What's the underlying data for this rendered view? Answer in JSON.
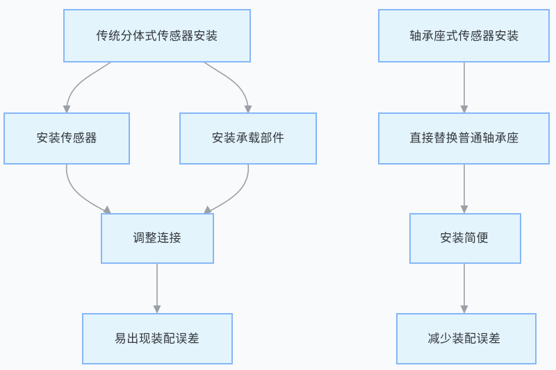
{
  "diagram": {
    "type": "flowchart",
    "background_color": "#f8fafc",
    "node_fill_color": "#e3f4fd",
    "node_border_color": "#85b6f7",
    "edge_color": "#9aa0a6",
    "text_color": "#33363b",
    "branches": [
      {
        "id": "traditional",
        "title": "传统分体式传感器安装"
      },
      {
        "id": "bearing-seat",
        "title": "轴承座式传感器安装"
      }
    ],
    "nodes": [
      {
        "id": "n1",
        "label": "传统分体式传感器安装"
      },
      {
        "id": "n2",
        "label": "安装传感器"
      },
      {
        "id": "n3",
        "label": "安装承载部件"
      },
      {
        "id": "n4",
        "label": "调整连接"
      },
      {
        "id": "n5",
        "label": "易出现装配误差"
      },
      {
        "id": "n6",
        "label": "轴承座式传感器安装"
      },
      {
        "id": "n7",
        "label": "直接替换普通轴承座"
      },
      {
        "id": "n8",
        "label": "安装简便"
      },
      {
        "id": "n9",
        "label": "减少装配误差"
      }
    ],
    "edges": [
      {
        "id": "e1",
        "from": "n1",
        "to": "n2",
        "style": "curved"
      },
      {
        "id": "e2",
        "from": "n1",
        "to": "n3",
        "style": "curved"
      },
      {
        "id": "e3",
        "from": "n2",
        "to": "n4",
        "style": "curved"
      },
      {
        "id": "e4",
        "from": "n3",
        "to": "n4",
        "style": "curved"
      },
      {
        "id": "e5",
        "from": "n4",
        "to": "n5",
        "style": "straight"
      },
      {
        "id": "e6",
        "from": "n6",
        "to": "n7",
        "style": "straight"
      },
      {
        "id": "e7",
        "from": "n7",
        "to": "n8",
        "style": "straight"
      },
      {
        "id": "e8",
        "from": "n8",
        "to": "n9",
        "style": "straight"
      }
    ]
  }
}
